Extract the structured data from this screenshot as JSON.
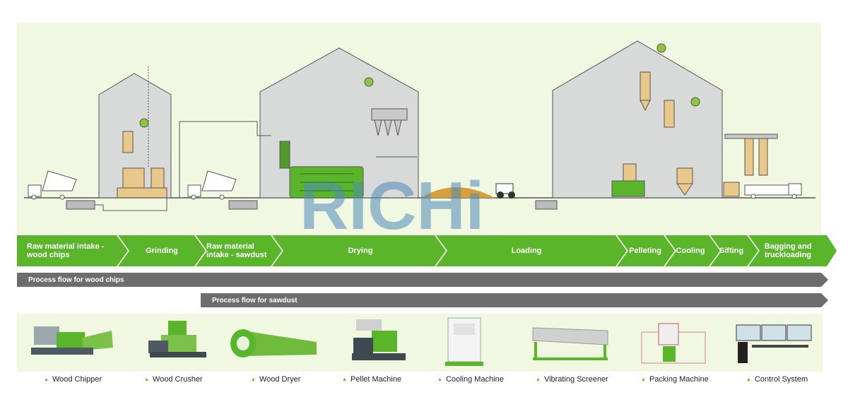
{
  "brand": {
    "logo_text": "RICHi"
  },
  "colors": {
    "green": "#5ab52a",
    "gray_bar": "#6d6d6d",
    "panel_bg": "#f0f8e2",
    "building": "#d8d9d9"
  },
  "stages": [
    {
      "label": "Raw material intake - wood chips"
    },
    {
      "label": "Grinding"
    },
    {
      "label": "Raw material intake - sawdust"
    },
    {
      "label": "Drying"
    },
    {
      "label": "Loading"
    },
    {
      "label": "Pelleting"
    },
    {
      "label": "Cooling"
    },
    {
      "label": "Sifting"
    },
    {
      "label": "Bagging and truckloading"
    }
  ],
  "flows": [
    {
      "label": "Process flow for wood chips"
    },
    {
      "label": "Process flow for sawdust"
    }
  ],
  "machines": [
    {
      "label": "Wood Chipper",
      "icon": "wood-chipper-icon"
    },
    {
      "label": "Wood Crusher",
      "icon": "wood-crusher-icon"
    },
    {
      "label": "Wood Dryer",
      "icon": "wood-dryer-icon"
    },
    {
      "label": "Pellet Machine",
      "icon": "pellet-machine-icon"
    },
    {
      "label": "Cooling Machine",
      "icon": "cooling-machine-icon"
    },
    {
      "label": "Vibrating Screener",
      "icon": "vibrating-screener-icon"
    },
    {
      "label": "Packing Machine",
      "icon": "packing-machine-icon"
    },
    {
      "label": "Control System",
      "icon": "control-system-icon"
    }
  ]
}
